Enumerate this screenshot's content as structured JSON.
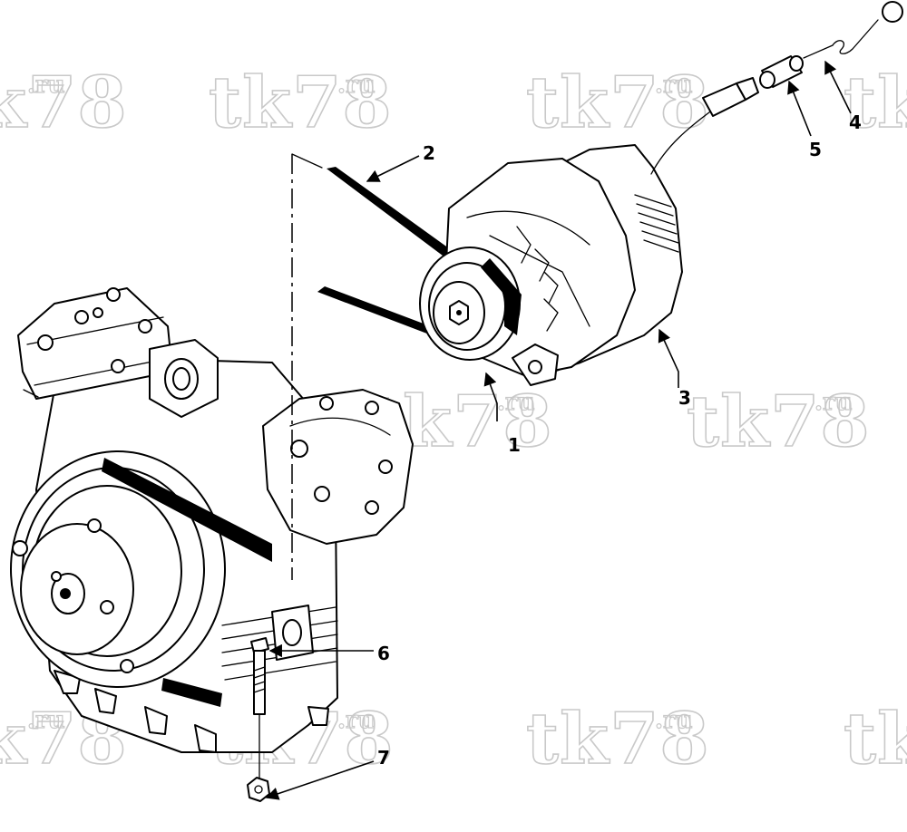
{
  "watermark": {
    "main": "tk78",
    "suffix": ".ru"
  },
  "callouts": [
    {
      "id": "1",
      "label": "1"
    },
    {
      "id": "2",
      "label": "2"
    },
    {
      "id": "3",
      "label": "3"
    },
    {
      "id": "4",
      "label": "4"
    },
    {
      "id": "5",
      "label": "5"
    },
    {
      "id": "6",
      "label": "6"
    },
    {
      "id": "7",
      "label": "7"
    }
  ]
}
